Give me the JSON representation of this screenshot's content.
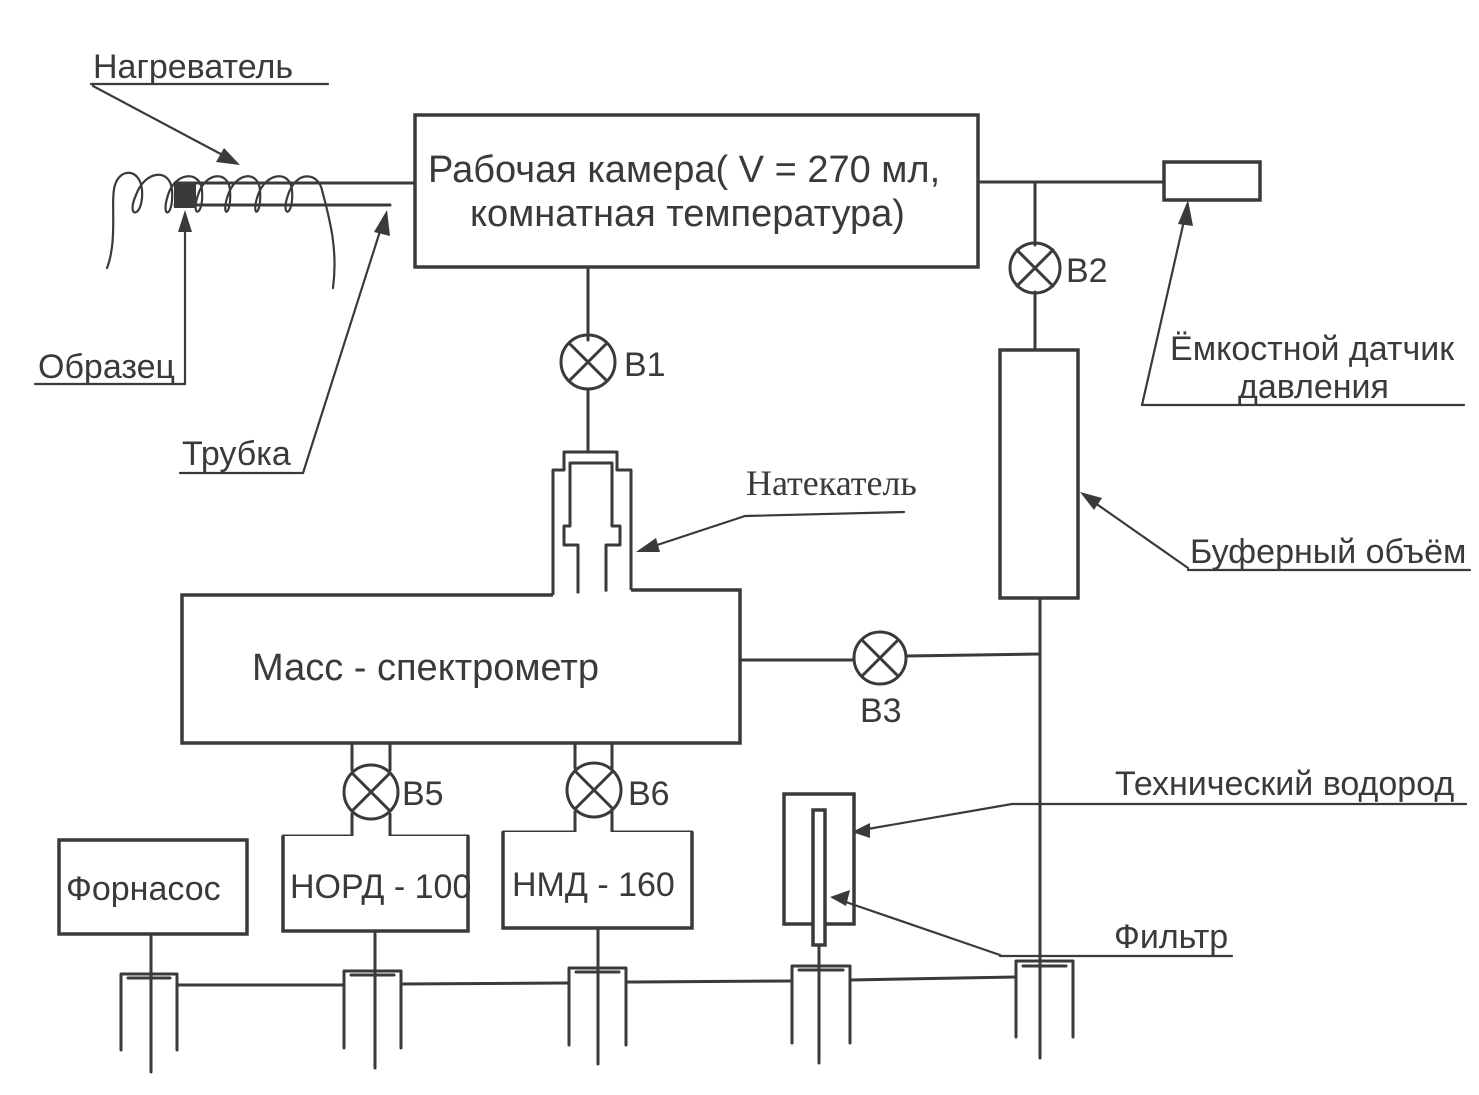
{
  "diagram": {
    "chamber": {
      "line1": "Рабочая камера( V = 270 мл,",
      "line2": "комнатная температура)"
    },
    "mass_spectrometer": "Масс - спектрометр",
    "pumps": {
      "forepump": "Форнасос",
      "nord": "НОРД - 100",
      "nmd": "НМД - 160"
    },
    "valves": {
      "v1": "В1",
      "v2": "В2",
      "v3": "В3",
      "v5": "В5",
      "v6": "В6"
    },
    "callouts": {
      "heater": "Нагреватель",
      "sample": "Образец",
      "tube": "Трубка",
      "leak_valve": "Натекатель",
      "pressure_sensor_line1": "Ёмкостной датчик",
      "pressure_sensor_line2": "давления",
      "buffer_volume": "Буферный объём",
      "technical_hydrogen": "Технический водород",
      "filter": "Фильтр"
    }
  }
}
